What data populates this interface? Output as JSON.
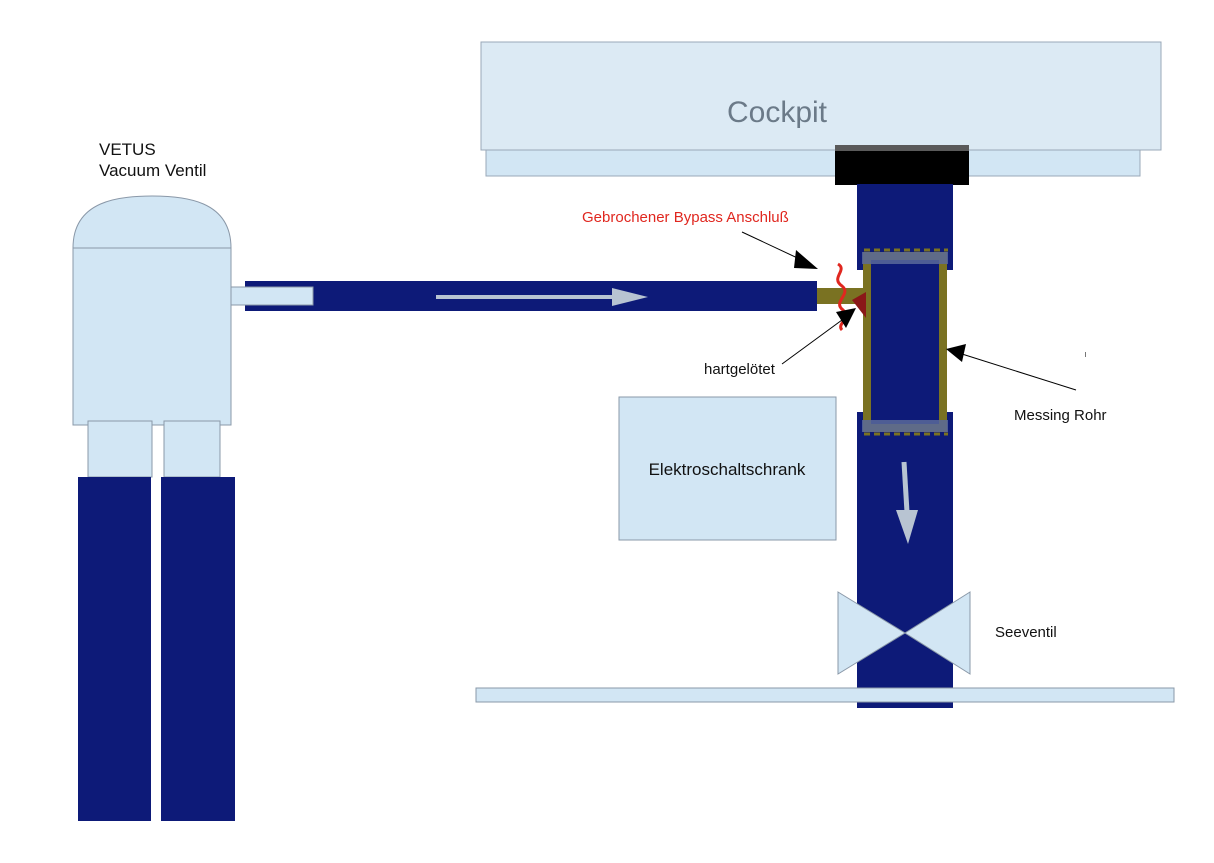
{
  "labels": {
    "vetus_line1": "VETUS",
    "vetus_line2": "Vacuum Ventil",
    "cockpit": "Cockpit",
    "bypass": "Gebrochener Bypass Anschluß",
    "hartgeloetet": "hartgelötet",
    "messing": "Messing Rohr",
    "elektro": "Elektroschaltschrank",
    "seeventil": "Seeventil"
  },
  "colors": {
    "pipe": "#0d1a78",
    "light_fill": "#d2e6f4",
    "outline": "#8a98a8",
    "brass": "#7a7222",
    "bypass_red": "#e0271f",
    "flow_arrow": "#b8c4d2",
    "pointer": "#000000",
    "cockpit_text": "#6b7a88"
  },
  "icons": {
    "flow": "arrow-right-icon",
    "down_flow": "arrow-down-icon",
    "break": "crack-wave-icon"
  }
}
